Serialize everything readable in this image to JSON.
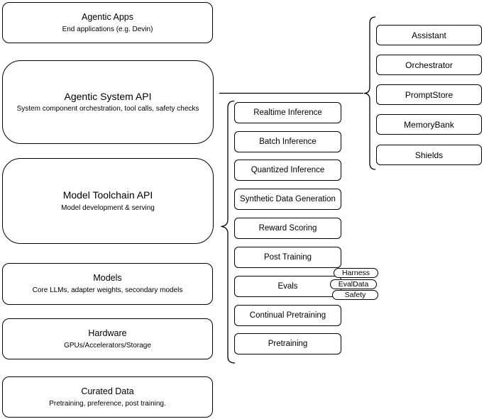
{
  "diagram": {
    "colors": {
      "stroke": "#000000",
      "fill": "#ffffff",
      "text": "#000000"
    }
  },
  "left_stack": [
    {
      "title": "Agentic Apps",
      "subtitle": "End applications (e.g. Devin)"
    },
    {
      "title": "Agentic System API",
      "subtitle": "System component orchestration, tool calls, safety checks"
    },
    {
      "title": "Model Toolchain API",
      "subtitle": "Model development & serving"
    },
    {
      "title": "Models",
      "subtitle": "Core LLMs, adapter weights, secondary models"
    },
    {
      "title": "Hardware",
      "subtitle": "GPUs/Accelerators/Storage"
    },
    {
      "title": "Curated Data",
      "subtitle": "Pretraining, preference, post training."
    }
  ],
  "toolchain_items": [
    "Realtime Inference",
    "Batch Inference",
    "Quantized Inference",
    "Synthetic Data Generation",
    "Reward Scoring",
    "Post Training",
    "Evals",
    "Continual Pretraining",
    "Pretraining"
  ],
  "eval_tags": [
    "Harness",
    "EvalData",
    "Safety"
  ],
  "system_components": [
    "Assistant",
    "Orchestrator",
    "PromptStore",
    "MemoryBank",
    "Shields"
  ]
}
